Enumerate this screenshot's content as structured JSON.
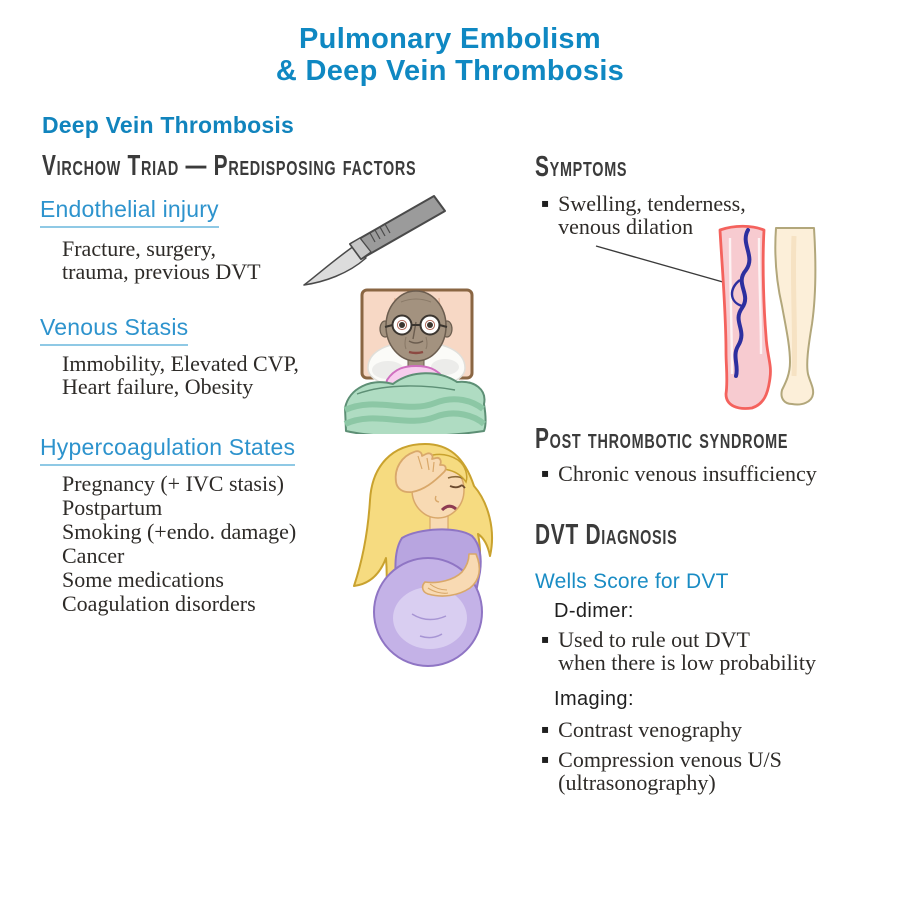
{
  "title": {
    "line1": "Pulmonary Embolism",
    "line2": "& Deep Vein Thrombosis"
  },
  "section": {
    "heading": "Deep Vein Thrombosis"
  },
  "virchow": {
    "header": "Virchow Triad — Predisposing factors",
    "items": [
      {
        "heading": "Endothelial injury",
        "lines": [
          "Fracture, surgery,",
          "trauma, previous DVT"
        ]
      },
      {
        "heading": "Venous Stasis",
        "lines": [
          "Immobility, Elevated CVP,",
          "Heart failure, Obesity"
        ]
      },
      {
        "heading": "Hypercoagulation States",
        "lines": [
          "Pregnancy (+ IVC stasis)",
          "Postpartum",
          "Smoking (+endo. damage)",
          "Cancer",
          "Some medications",
          "Coagulation disorders"
        ]
      }
    ]
  },
  "symptoms": {
    "header": "Symptoms",
    "lines": [
      "Swelling, tenderness,",
      "venous dilation"
    ]
  },
  "post_thrombotic": {
    "header": "Post thrombotic syndrome",
    "bullet": "Chronic venous insufficiency"
  },
  "diagnosis": {
    "header": "DVT Diagnosis",
    "wells": "Wells Score for DVT",
    "ddimer_label": "D-dimer:",
    "ddimer_lines": [
      "Used to rule out DVT",
      "when there is low probability"
    ],
    "imaging_label": "Imaging:",
    "imaging_bullets": [
      [
        "Contrast venography"
      ],
      [
        "Compression venous U/S",
        "(ultrasonography)"
      ]
    ]
  },
  "glyphs": {
    "bullet": "▪"
  },
  "colors": {
    "title_blue": "#0f88c2",
    "link_blue": "#2d93cd",
    "link_underline": "#8fc9e5",
    "header_dark": "#3b3b3b",
    "serif_text": "#2e2b28",
    "affected_leg_outline": "#f4625d",
    "affected_leg_fill": "#f7cbd0",
    "normal_leg_fill": "#fcefd9",
    "vein_blue": "#2d2f9f",
    "blanket_green": "#afdcc2",
    "dress_lavender": "#b8a5e0",
    "hair_blonde": "#f6db80"
  },
  "illustrations": {
    "scalpel": "surgical scalpel",
    "bed_patient": "elderly man lying in bed",
    "pregnant_woman": "pregnant woman holding forehead",
    "legs": "swollen red leg with dilated vein beside normal leg"
  }
}
